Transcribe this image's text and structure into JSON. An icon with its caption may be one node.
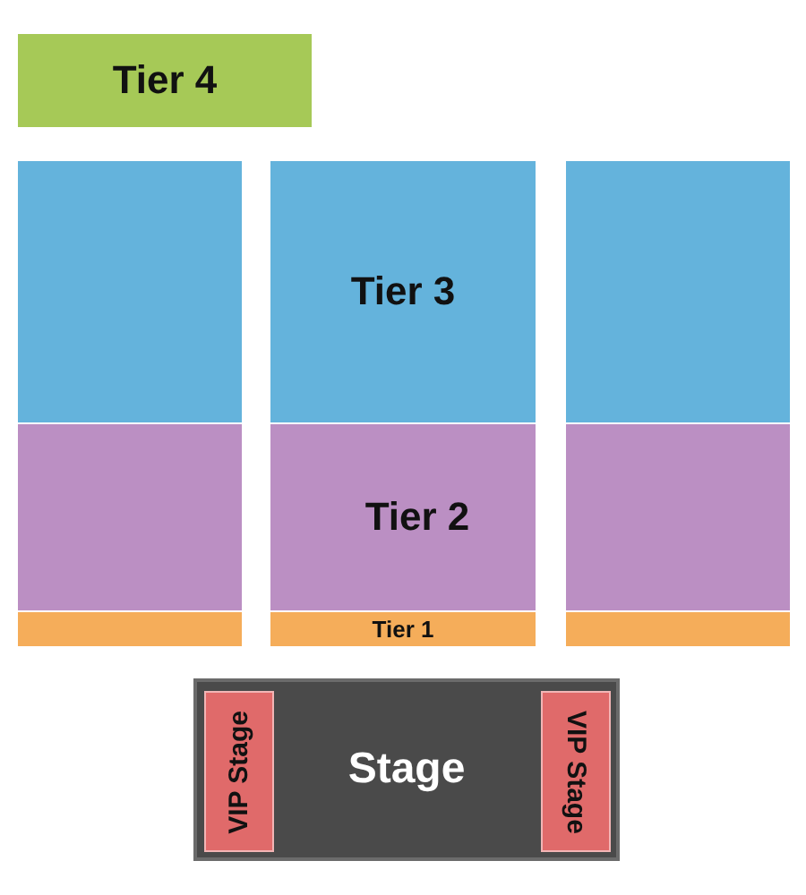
{
  "diagram": {
    "nodes": [
      {
        "text": [
          "Tier 4"
        ]
      },
      {
        "text": [],
        "shape": "box"
      },
      {
        "text": [
          "Tier 3"
        ]
      },
      {
        "text": [],
        "shape": "box"
      },
      {
        "text": [],
        "shape": "box"
      },
      {
        "text": [
          "Tier 2"
        ]
      },
      {
        "text": [],
        "shape": "box"
      },
      {
        "text": [],
        "shape": "box"
      },
      {
        "text": [
          "Tier 1"
        ]
      },
      {
        "text": [],
        "shape": "box"
      },
      {
        "text": [
          "Stage"
        ]
      },
      {
        "text": [
          "VIP Stage"
        ],
        "in": 10
      },
      {
        "text": [
          "VIP Stage"
        ],
        "in": 10
      }
    ]
  }
}
